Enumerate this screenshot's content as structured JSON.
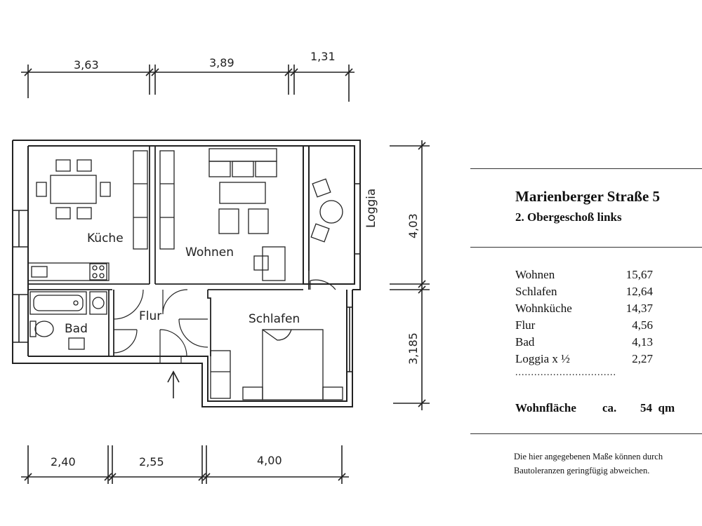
{
  "dimensions": {
    "top": [
      "3,63",
      "3,89",
      "1,31"
    ],
    "bottom": [
      "2,40",
      "2,55",
      "4,00"
    ],
    "right": [
      "4,03",
      "3,185"
    ]
  },
  "rooms": {
    "kueche": "Küche",
    "wohnen": "Wohnen",
    "loggia": "Loggia",
    "bad": "Bad",
    "flur": "Flur",
    "schlafen": "Schlafen"
  },
  "info": {
    "title": "Marienberger Straße 5",
    "subtitle": "2. Obergeschoß  links",
    "areas": [
      {
        "name": "Wohnen",
        "value": "15,67"
      },
      {
        "name": "Schlafen",
        "value": "12,64"
      },
      {
        "name": "Wohnküche",
        "value": "14,37"
      },
      {
        "name": "Flur",
        "value": "4,56"
      },
      {
        "name": "Bad",
        "value": "4,13"
      },
      {
        "name": "Loggia  x ½",
        "value": "2,27"
      }
    ],
    "dotted": "................................",
    "total_label": "Wohnfläche",
    "total_ca": "ca.",
    "total_value": "54  qm",
    "note_line1": "Die hier angegebenen Maße können durch",
    "note_line2": "Bautoleranzen geringfügig abweichen."
  }
}
